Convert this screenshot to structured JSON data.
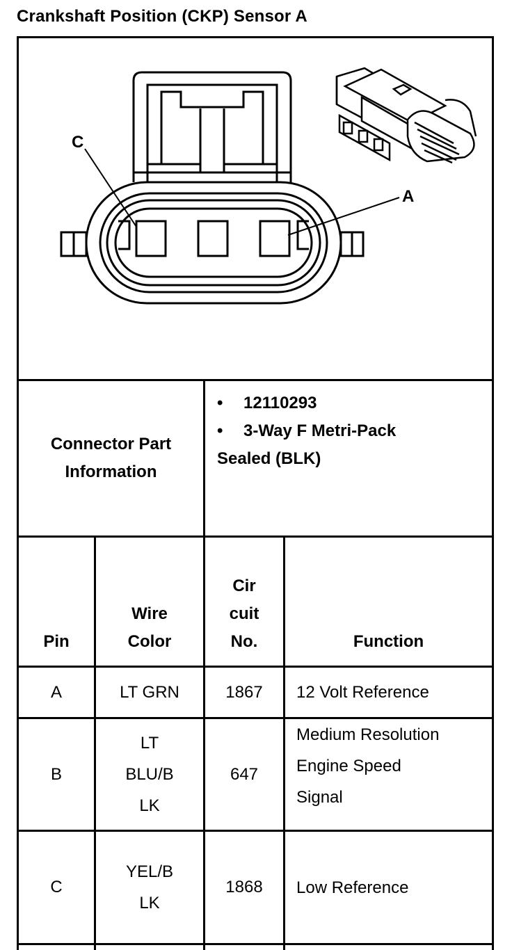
{
  "title": "Crankshaft Position (CKP) Sensor A",
  "callouts": {
    "c": "C",
    "a": "A"
  },
  "connector_info": {
    "label_line1": "Connector Part",
    "label_line2": "Information",
    "bullet1": "12110293",
    "bullet2": "3-Way F Metri-Pack",
    "bullet2_cont": "Sealed (BLK)"
  },
  "table": {
    "headers": {
      "pin": "Pin",
      "wire_l1": "Wire",
      "wire_l2": "Color",
      "circ_l1": "Cir",
      "circ_l2": "cuit",
      "circ_l3": "No.",
      "function": "Function"
    },
    "rows": [
      {
        "pin": "A",
        "wire": [
          "LT GRN"
        ],
        "circuit": "1867",
        "function": [
          "12 Volt Reference"
        ]
      },
      {
        "pin": "B",
        "wire": [
          "LT",
          "BLU/B",
          "LK"
        ],
        "circuit": "647",
        "function": [
          "Medium Resolution",
          "Engine Speed",
          "Signal"
        ]
      },
      {
        "pin": "C",
        "wire": [
          "YEL/B",
          "LK"
        ],
        "circuit": "1868",
        "function": [
          "Low Reference"
        ]
      }
    ]
  }
}
